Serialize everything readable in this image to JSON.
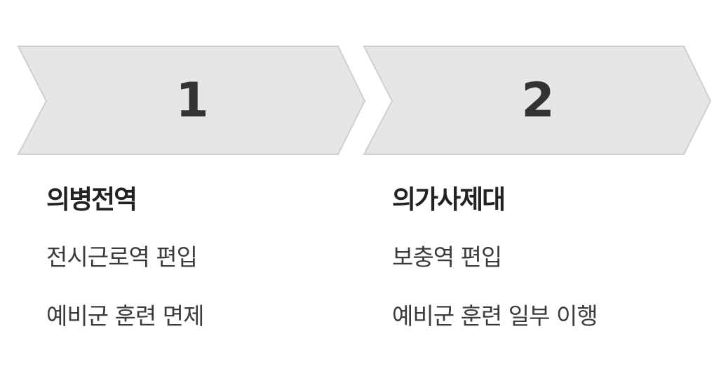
{
  "steps": [
    {
      "number": "1",
      "title": "의병전역",
      "details": [
        "전시근로역 편입",
        "예비군 훈련 면제"
      ]
    },
    {
      "number": "2",
      "title": "의가사제대",
      "details": [
        "보충역 편입",
        "예비군 훈련 일부 이행"
      ]
    }
  ],
  "colors": {
    "chevron_fill": "#e6e6e6",
    "chevron_stroke": "#cfcfcf",
    "text_dark": "#222222"
  }
}
